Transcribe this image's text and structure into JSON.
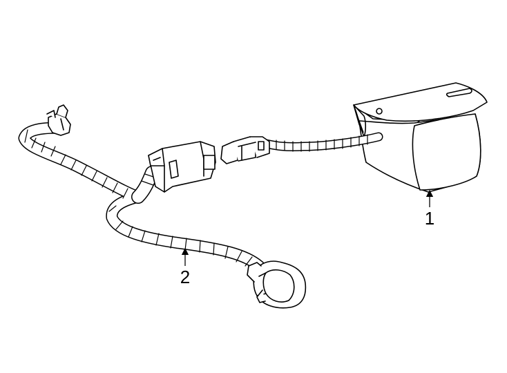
{
  "callouts": [
    {
      "number": "1",
      "part": "camera"
    },
    {
      "number": "2",
      "part": "wiring-harness"
    }
  ],
  "colors": {
    "line": "#000000",
    "fill": "#ffffff",
    "background": "#ffffff"
  }
}
